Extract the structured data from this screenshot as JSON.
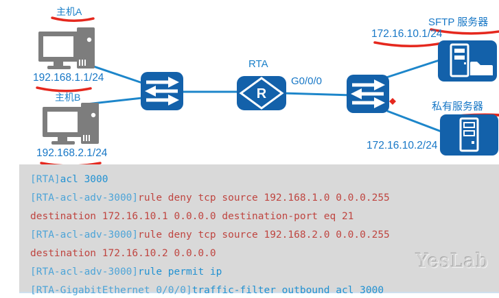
{
  "topology": {
    "host_a": {
      "label": "主机A",
      "ip": "192.168.1.1/24"
    },
    "host_b": {
      "label": "主机B",
      "ip": "192.168.2.1/24"
    },
    "router": {
      "label": "RTA",
      "glyph": "R"
    },
    "link_label": "G0/0/0",
    "sftp_server": {
      "label": "SFTP 服务器",
      "ip": "172.16.10.1/24"
    },
    "private_server": {
      "label": "私有服务器",
      "ip": "172.16.10.2/24"
    }
  },
  "console": {
    "lines": [
      {
        "segments": [
          {
            "style": "prompt",
            "text": "[RTA]"
          },
          {
            "style": "command",
            "text": "acl 3000"
          }
        ]
      },
      {
        "segments": [
          {
            "style": "prompt",
            "text": "[RTA-acl-adv-3000]"
          },
          {
            "style": "deny",
            "text": "rule deny tcp source 192.168.1.0 0.0.0.255"
          }
        ]
      },
      {
        "segments": [
          {
            "style": "deny",
            "text": "destination 172.16.10.1 0.0.0.0 destination-port eq 21"
          }
        ]
      },
      {
        "segments": [
          {
            "style": "prompt",
            "text": "[RTA-acl-adv-3000]"
          },
          {
            "style": "deny",
            "text": "rule deny tcp source 192.168.2.0 0.0.0.255"
          }
        ]
      },
      {
        "segments": [
          {
            "style": "deny",
            "text": "destination 172.16.10.2 0.0.0.0"
          }
        ]
      },
      {
        "segments": [
          {
            "style": "prompt",
            "text": "[RTA-acl-adv-3000]"
          },
          {
            "style": "command",
            "text": "rule permit ip"
          }
        ]
      },
      {
        "segments": [
          {
            "style": "prompt",
            "text": "[RTA-GigabitEthernet 0/0/0]"
          },
          {
            "style": "command",
            "text": "traffic-filter outbound acl 3000"
          }
        ]
      }
    ]
  },
  "watermark": "YesLab",
  "colors": {
    "device_blue": "#1361aa",
    "link_blue": "#1d86ca",
    "label_blue": "#1b80c9",
    "marker_red": "#e5281e",
    "console_bg": "#d9d9d9",
    "prompt_blue": "#4da4d8",
    "command_blue": "#2191d2",
    "deny_red": "#bf4540"
  }
}
